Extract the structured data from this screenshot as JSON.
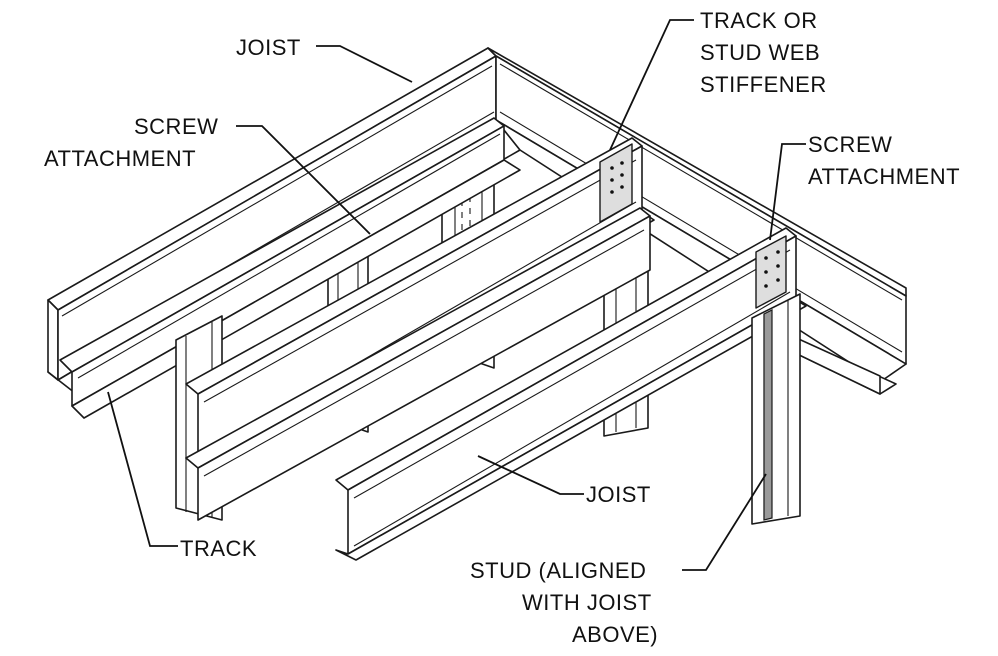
{
  "labels": {
    "joist_top": "JOIST",
    "screw_left_1": "SCREW",
    "screw_left_2": "ATTACHMENT",
    "stiffener_1": "TRACK OR",
    "stiffener_2": "STUD WEB",
    "stiffener_3": "STIFFENER",
    "screw_right_1": "SCREW",
    "screw_right_2": "ATTACHMENT",
    "track": "TRACK",
    "joist_mid": "JOIST",
    "stud_1": "STUD (ALIGNED",
    "stud_2": "WITH JOIST",
    "stud_3": "ABOVE)"
  }
}
